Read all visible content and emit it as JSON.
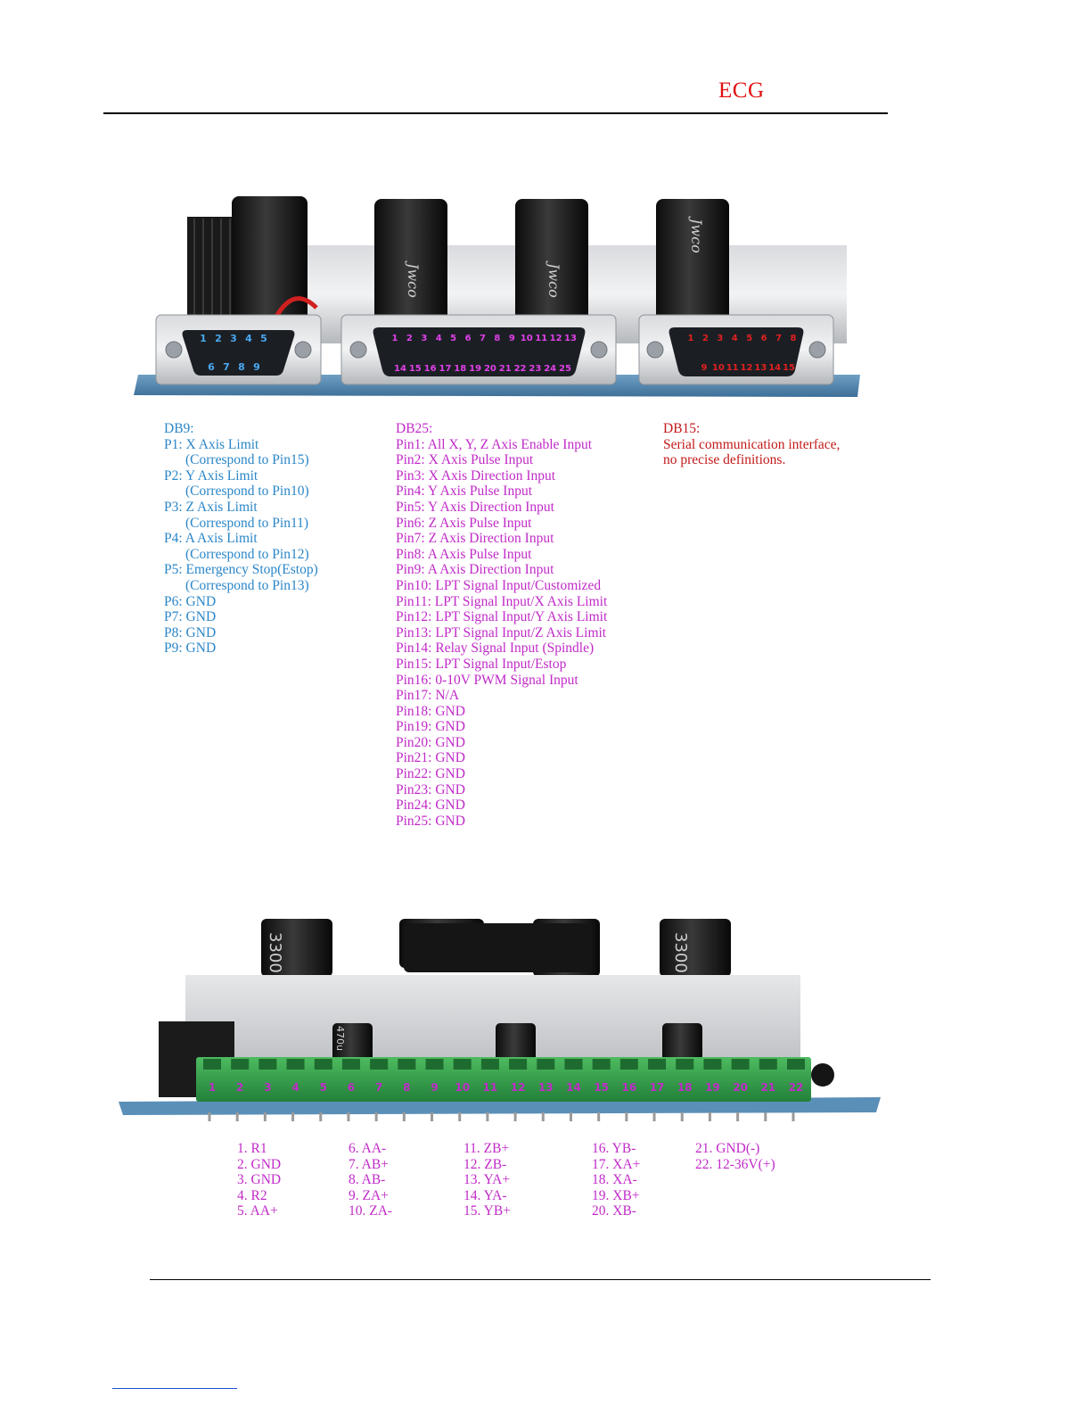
{
  "header": {
    "mark": "ECG"
  },
  "db9_connector": {
    "top_pins": [
      "1",
      "2",
      "3",
      "4",
      "5"
    ],
    "bottom_pins": [
      "6",
      "7",
      "8",
      "9"
    ]
  },
  "db25_connector": {
    "top_pins": [
      "1",
      "2",
      "3",
      "4",
      "5",
      "6",
      "7",
      "8",
      "9",
      "10",
      "11",
      "12",
      "13"
    ],
    "bottom_pins": [
      "14",
      "15",
      "16",
      "17",
      "18",
      "19",
      "20",
      "21",
      "22",
      "23",
      "24",
      "25"
    ]
  },
  "db15_connector": {
    "top_pins": [
      "1",
      "2",
      "3",
      "4",
      "5",
      "6",
      "7",
      "8"
    ],
    "bottom_pins": [
      "9",
      "10",
      "11",
      "12",
      "13",
      "14",
      "15"
    ]
  },
  "db9": {
    "title": "DB9:",
    "lines": [
      "P1: X Axis Limit",
      "(Correspond to Pin15)",
      "P2: Y Axis Limit",
      "(Correspond to Pin10)",
      "P3: Z Axis Limit",
      "(Correspond to Pin11)",
      "P4: A Axis Limit",
      "(Correspond to Pin12)",
      "P5: Emergency Stop(Estop)",
      "(Correspond to Pin13)",
      "P6: GND",
      "P7: GND",
      "P8: GND",
      "P9: GND"
    ]
  },
  "db25": {
    "title": "DB25:",
    "lines": [
      "Pin1: All X, Y, Z Axis Enable Input",
      "Pin2: X Axis Pulse Input",
      "Pin3: X Axis Direction Input",
      "Pin4: Y Axis Pulse Input",
      "Pin5: Y Axis Direction Input",
      "Pin6: Z Axis Pulse Input",
      "Pin7: Z Axis Direction Input",
      "Pin8: A Axis Pulse Input",
      "Pin9: A Axis Direction Input",
      "Pin10: LPT Signal Input/Customized",
      "Pin11: LPT Signal Input/X Axis Limit",
      "Pin12: LPT Signal Input/Y Axis Limit",
      "Pin13: LPT Signal Input/Z Axis Limit",
      "Pin14: Relay Signal Input (Spindle)",
      "Pin15: LPT Signal Input/Estop",
      "Pin16: 0-10V PWM Signal Input",
      "Pin17: N/A",
      "Pin18: GND",
      "Pin19: GND",
      "Pin20: GND",
      "Pin21: GND",
      "Pin22: GND",
      "Pin23: GND",
      "Pin24: GND",
      "Pin25: GND"
    ]
  },
  "db15": {
    "title": "DB15:",
    "lines": [
      "Serial communication interface,",
      "no precise definitions."
    ]
  },
  "capacitor_labels": {
    "left": "Jwco",
    "big_left": "3300",
    "small": "470u"
  },
  "terminal": {
    "pins": [
      "1",
      "2",
      "3",
      "4",
      "5",
      "6",
      "7",
      "8",
      "9",
      "10",
      "11",
      "12",
      "13",
      "14",
      "15",
      "16",
      "17",
      "18",
      "19",
      "20",
      "21",
      "22"
    ],
    "columns": [
      [
        "1. R1",
        "2. GND",
        "3. GND",
        "4. R2",
        "5. AA+"
      ],
      [
        "6. AA-",
        "7. AB+",
        "8. AB-",
        "9. ZA+",
        "10. ZA-"
      ],
      [
        "11. ZB+",
        "12. ZB-",
        "13. YA+",
        "14. YA-",
        "15. YB+"
      ],
      [
        "16. YB-",
        "17. XA+",
        "18. XA-",
        "19. XB+",
        "20. XB-"
      ],
      [
        "21. GND(-)",
        "22. 12-36V(+)"
      ]
    ]
  },
  "colors": {
    "header_mark": "#e01010",
    "db9_text": "#2a86c8",
    "db25_text": "#c12ac8",
    "db15_text": "#c31a1a",
    "terminal_text": "#c12ac8",
    "footer_link": "#1a4fd0"
  }
}
